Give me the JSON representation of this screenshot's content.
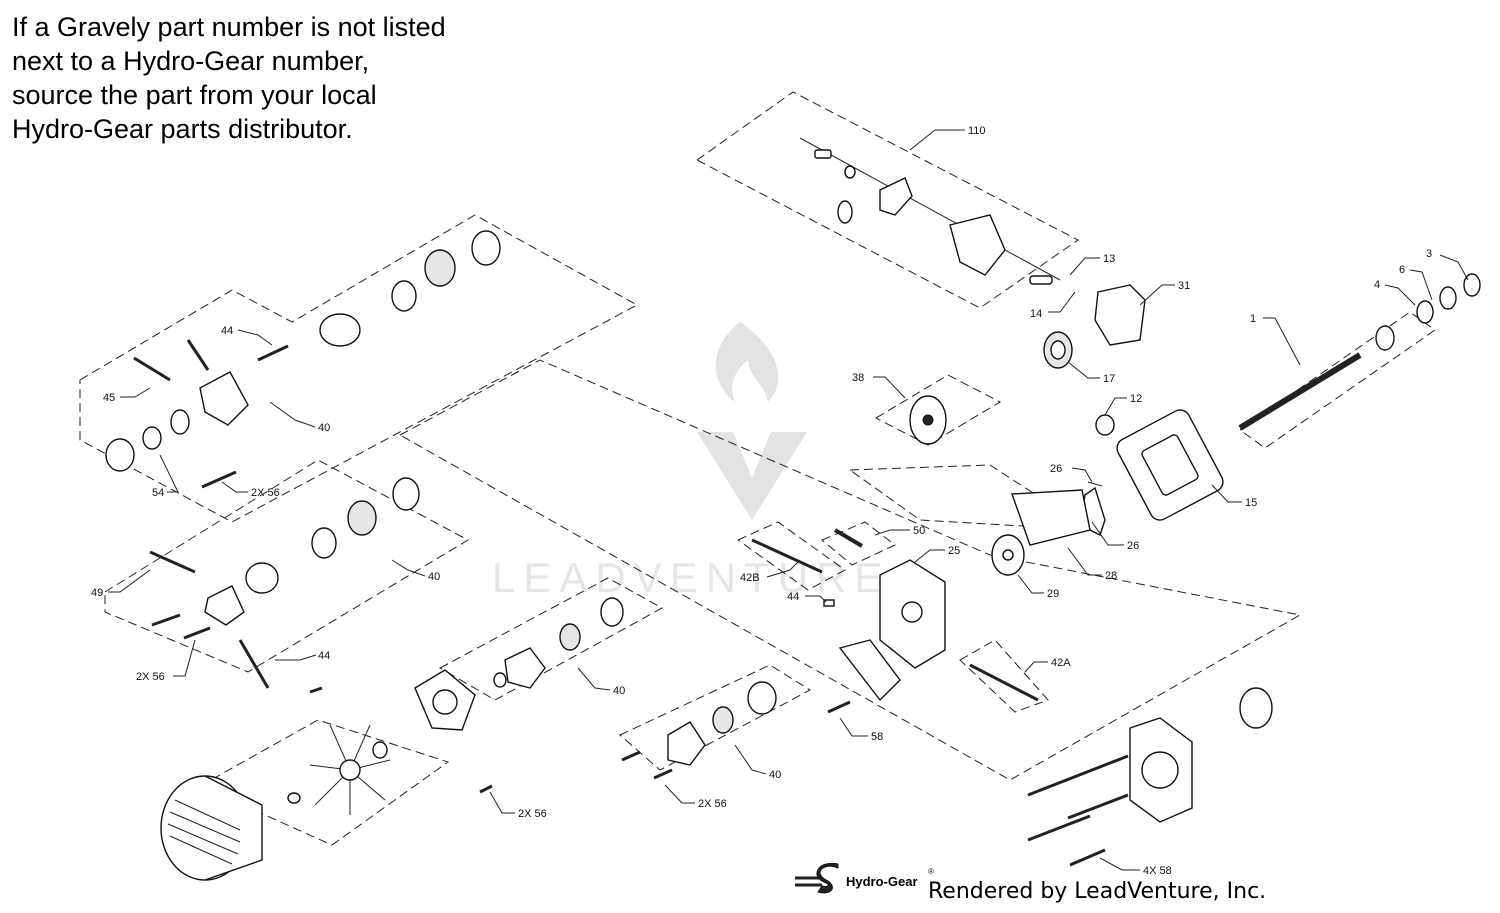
{
  "note": {
    "lines": [
      "If a Gravely part number is not listed",
      "next to a Hydro-Gear number,",
      "source the part from your local",
      "Hydro-Gear parts distributor."
    ]
  },
  "watermark": {
    "text": "LEADVENTURE"
  },
  "brand": {
    "name": "Hydro-Gear",
    "mark": "®"
  },
  "credit": {
    "text": "Rendered by LeadVenture, Inc."
  },
  "callouts": [
    {
      "id": "110",
      "text": "110"
    },
    {
      "id": "13",
      "text": "13"
    },
    {
      "id": "14",
      "text": "14"
    },
    {
      "id": "31",
      "text": "31"
    },
    {
      "id": "3",
      "text": "3"
    },
    {
      "id": "6",
      "text": "6"
    },
    {
      "id": "4",
      "text": "4"
    },
    {
      "id": "1",
      "text": "1"
    },
    {
      "id": "17",
      "text": "17"
    },
    {
      "id": "38",
      "text": "38"
    },
    {
      "id": "12",
      "text": "12"
    },
    {
      "id": "26a",
      "text": "26"
    },
    {
      "id": "15",
      "text": "15"
    },
    {
      "id": "26b",
      "text": "26"
    },
    {
      "id": "28",
      "text": "28"
    },
    {
      "id": "29",
      "text": "29"
    },
    {
      "id": "25",
      "text": "25"
    },
    {
      "id": "50",
      "text": "50"
    },
    {
      "id": "42B",
      "text": "42B"
    },
    {
      "id": "44c",
      "text": "44"
    },
    {
      "id": "42A",
      "text": "42A"
    },
    {
      "id": "58",
      "text": "58"
    },
    {
      "id": "4x58",
      "text": "4X 58"
    },
    {
      "id": "44a",
      "text": "44"
    },
    {
      "id": "45",
      "text": "45"
    },
    {
      "id": "40a",
      "text": "40"
    },
    {
      "id": "54",
      "text": "54"
    },
    {
      "id": "2x56a",
      "text": "2X 56"
    },
    {
      "id": "40b",
      "text": "40"
    },
    {
      "id": "49",
      "text": "49"
    },
    {
      "id": "2x56b",
      "text": "2X 56"
    },
    {
      "id": "44b",
      "text": "44"
    },
    {
      "id": "40c",
      "text": "40"
    },
    {
      "id": "40d",
      "text": "40"
    },
    {
      "id": "2x56c",
      "text": "2X 56"
    },
    {
      "id": "2x56d",
      "text": "2X 56"
    }
  ]
}
